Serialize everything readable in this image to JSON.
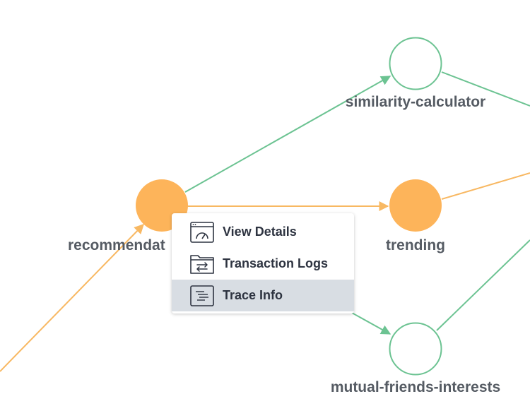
{
  "colors": {
    "active_node": "#fdb45a",
    "active_edge": "#f8b862",
    "idle_edge": "#6cc392",
    "idle_node_stroke": "#6cc392",
    "label_text": "#555b63",
    "menu_text": "#2d3340",
    "menu_highlight": "#d8dde3"
  },
  "nodes": {
    "recommendation": {
      "label": "recommendat",
      "status": "active"
    },
    "trending": {
      "label": "trending",
      "status": "active"
    },
    "similarity": {
      "label": "similarity-calculator",
      "status": "idle"
    },
    "mutual": {
      "label": "mutual-friends-interests",
      "status": "idle"
    }
  },
  "context_menu": {
    "items": [
      {
        "label": "View Details",
        "icon": "gauge-window-icon",
        "highlighted": false
      },
      {
        "label": "Transaction Logs",
        "icon": "folder-transfer-icon",
        "highlighted": false
      },
      {
        "label": "Trace Info",
        "icon": "trace-list-icon",
        "highlighted": true
      }
    ]
  }
}
